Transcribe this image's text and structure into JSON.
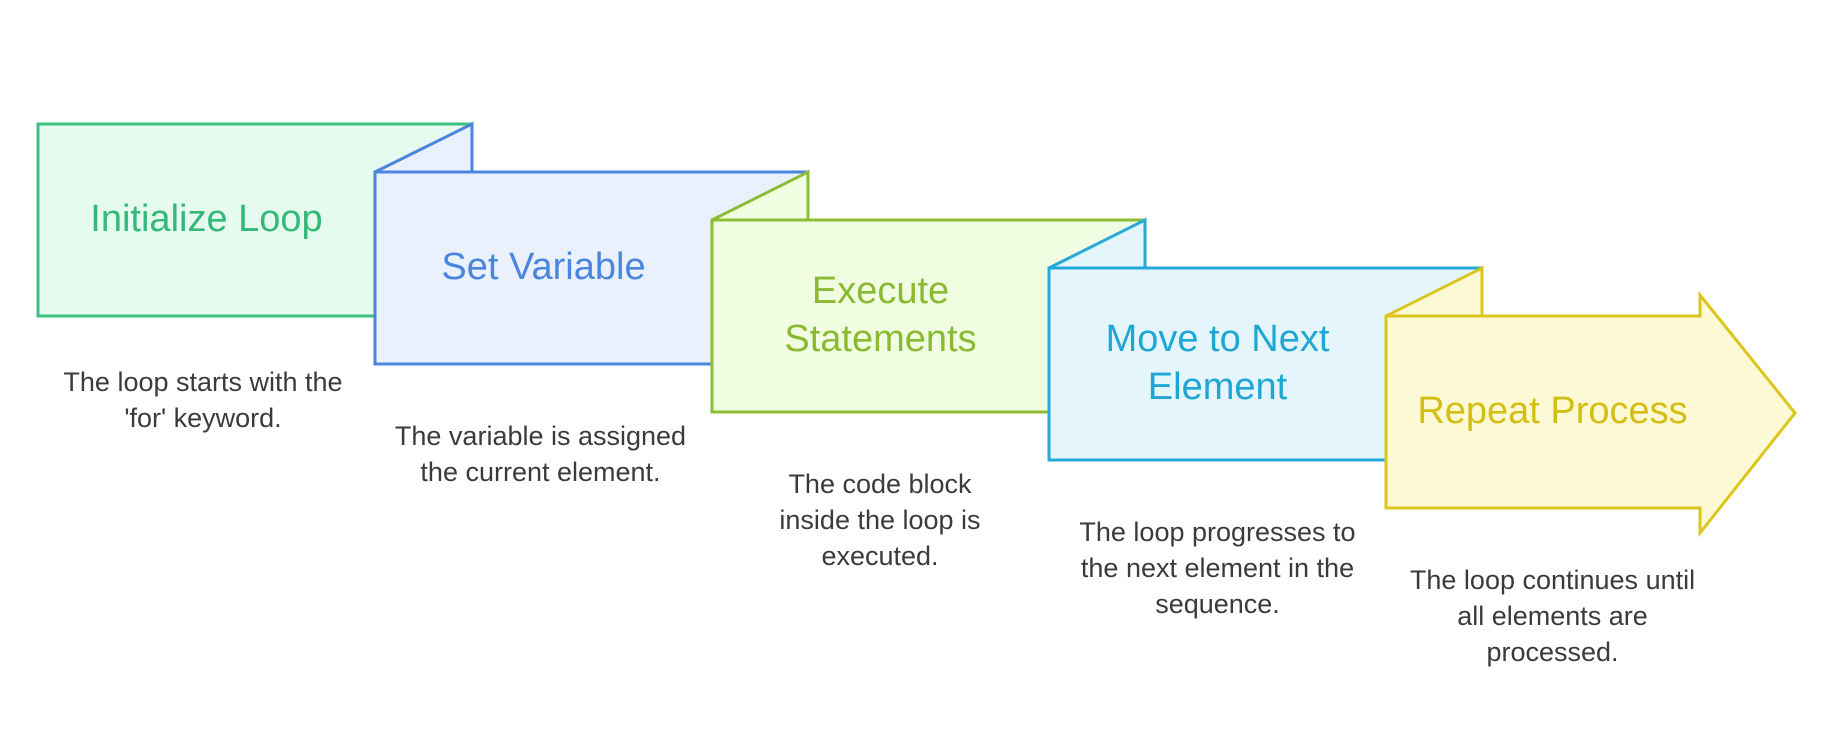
{
  "steps": [
    {
      "title": "Initialize Loop",
      "description": "The loop starts with the 'for' keyword.",
      "stroke": "#3cc07f",
      "fill": "#e5fbef",
      "text_color": "#34b979"
    },
    {
      "title": "Set Variable",
      "description": "The variable is assigned the current element.",
      "stroke": "#4a86e0",
      "fill": "#eaf1fd",
      "text_color": "#4a86e0"
    },
    {
      "title": "Execute Statements",
      "description": "The code block inside the loop is executed.",
      "stroke": "#8cbd35",
      "fill": "#f1fde0",
      "text_color": "#8aba33"
    },
    {
      "title": "Move to Next Element",
      "description": "The loop progresses to the next element in the sequence.",
      "stroke": "#23aad8",
      "fill": "#e4f6fc",
      "text_color": "#1fa6d5"
    },
    {
      "title": "Repeat Process",
      "description": "The loop continues until all elements are processed.",
      "stroke": "#dcc51c",
      "fill": "#fdf9d4",
      "text_color": "#d5be14"
    }
  ]
}
